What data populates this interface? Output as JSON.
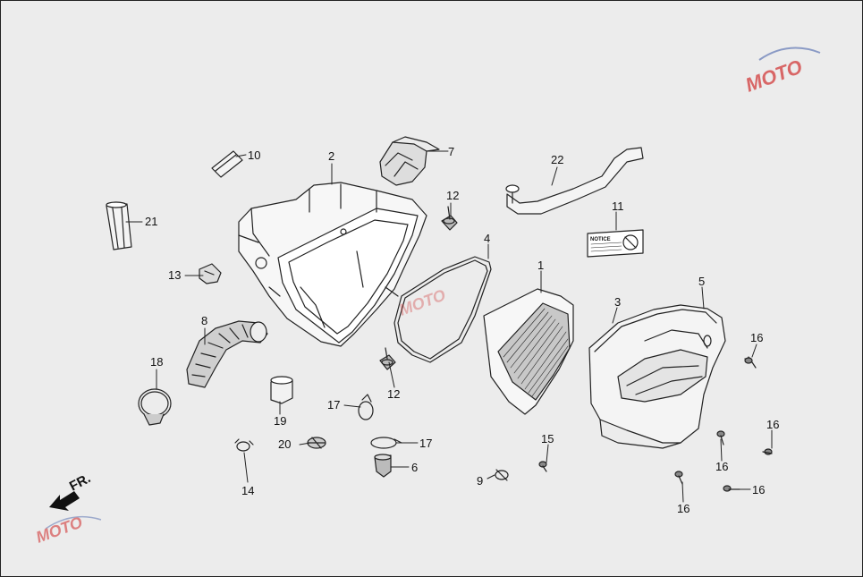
{
  "diagram": {
    "labels": {
      "l1": "1",
      "l2": "2",
      "l3": "3",
      "l4": "4",
      "l5": "5",
      "l6": "6",
      "l7": "7",
      "l8": "8",
      "l9": "9",
      "l10": "10",
      "l11": "11",
      "l12a": "12",
      "l12b": "12",
      "l13": "13",
      "l14": "14",
      "l15": "15",
      "l16a": "16",
      "l16b": "16",
      "l16c": "16",
      "l16d": "16",
      "l16e": "16",
      "l17a": "17",
      "l17b": "17",
      "l18": "18",
      "l19": "19",
      "l20": "20",
      "l21": "21",
      "l22": "22"
    },
    "notice_text": "NOTICE",
    "direction_label": "FR.",
    "watermark": "MOTO"
  },
  "colors": {
    "background": "#ececec",
    "line": "#222222",
    "watermark_red": "#d23a3a",
    "watermark_blue": "#6a7fb8"
  }
}
